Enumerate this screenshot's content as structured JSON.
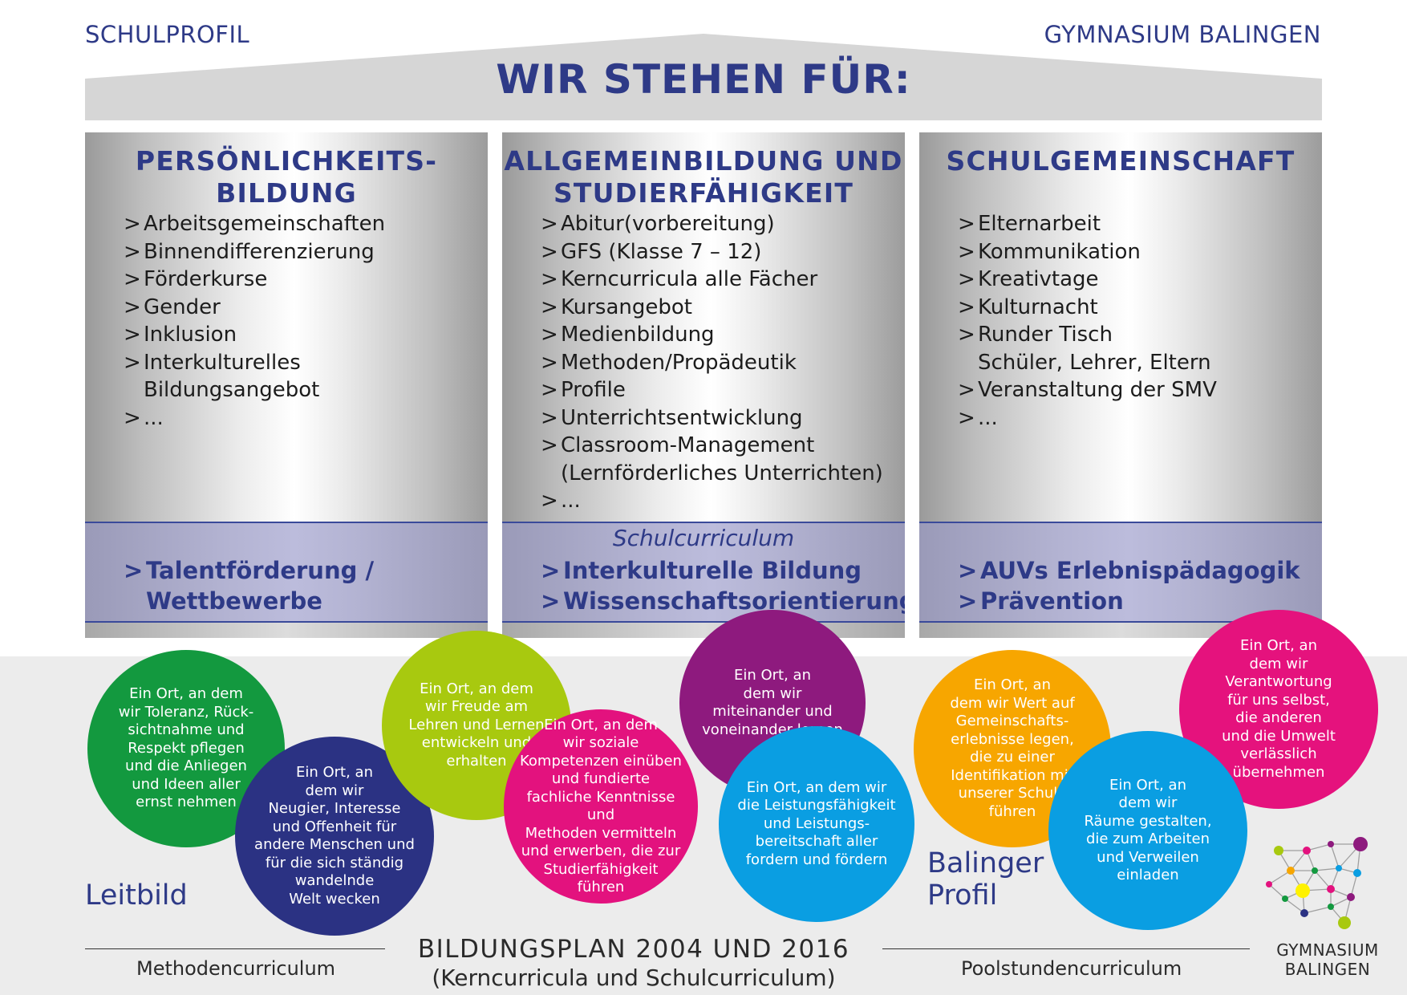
{
  "header": {
    "left": "SCHULPROFIL",
    "right": "GYMNASIUM BALINGEN",
    "title": "WIR STEHEN FÜR:"
  },
  "colors": {
    "primary": "#2e3a87",
    "green": "#13993f",
    "navy": "#2b3283",
    "lime": "#a8c90f",
    "magenta": "#e3127e",
    "purple": "#8e1a7e",
    "blue": "#0a9ee2",
    "orange": "#f7a600",
    "pink": "#e5127d"
  },
  "pillars": [
    {
      "title": [
        "PERSÖNLICHKEITS-",
        "BILDUNG"
      ],
      "items": [
        "Arbeitsgemeinschaften",
        "Binnendifferenzierung",
        "Förderkurse",
        "Gender",
        "Inklusion",
        "Interkulturelles\nBildungsangebot",
        "..."
      ],
      "footer_label": "",
      "footer_items": [
        "Talentförderung /\nWettbewerbe"
      ]
    },
    {
      "title": [
        "ALLGEMEINBILDUNG UND",
        "STUDIERFÄHIGKEIT"
      ],
      "items": [
        "Abitur(vorbereitung)",
        "GFS (Klasse 7 – 12)",
        "Kerncurricula alle Fächer",
        "Kursangebot",
        "Medienbildung",
        "Methoden/Propädeutik",
        "Profile",
        "Unterrichtsentwicklung",
        "Classroom-Management\n(Lernförderliches Unterrichten)",
        "..."
      ],
      "footer_label": "Schulcurriculum",
      "footer_items": [
        "Interkulturelle Bildung",
        "Wissenschaftsorientierung"
      ]
    },
    {
      "title": [
        "SCHULGEMEINSCHAFT"
      ],
      "items": [
        "Elternarbeit",
        "Kommunikation",
        "Kreativtage",
        "Kulturnacht",
        "Runder Tisch\nSchüler, Lehrer, Eltern",
        "Veranstaltung der SMV",
        "..."
      ],
      "footer_label": "",
      "footer_items": [
        "AUVs Erlebnispädagogik",
        "Prävention"
      ]
    }
  ],
  "marker": ">",
  "circles": [
    {
      "text": "Ein Ort, an dem\nwir Toleranz, Rück-\nsichtnahme und\nRespekt pflegen\nund die Anliegen\nund Ideen aller\nernst nehmen",
      "color": "#13993f"
    },
    {
      "text": "Ein Ort, an\ndem wir\nNeugier, Interesse\nund Offenheit für\nandere Menschen und\nfür die sich ständig\nwandelnde\nWelt wecken",
      "color": "#2b3283"
    },
    {
      "text": "Ein Ort, an dem\nwir Freude am\nLehren und Lernen\nentwickeln und\nerhalten",
      "color": "#a8c90f"
    },
    {
      "text": "Ein Ort, an dem\nwir soziale\nKompetenzen einüben\nund fundierte\nfachliche Kenntnisse und\nMethoden vermitteln\nund erwerben, die zur\nStudierfähigkeit\nführen",
      "color": "#e3127e"
    },
    {
      "text": "Ein Ort, an\ndem wir\nmiteinander und\nvoneinander lernen",
      "color": "#8e1a7e"
    },
    {
      "text": "Ein Ort, an dem wir\ndie Leistungsfähigkeit\nund Leistungs-\nbereitschaft aller\nfordern und fördern",
      "color": "#0a9ee2"
    },
    {
      "text": "Ein Ort, an\ndem wir Wert auf\nGemeinschafts-\nerlebnisse legen,\ndie zu einer\nIdentifikation mit\nunserer Schule\nführen",
      "color": "#f7a600"
    },
    {
      "text": "Ein Ort, an\ndem wir\nRäume gestalten,\ndie zum Arbeiten\nund Verweilen\neinladen",
      "color": "#0a9ee2"
    },
    {
      "text": "Ein Ort, an\ndem wir\nVerantwortung\nfür uns selbst,\ndie anderen\nund die Umwelt\nverlässlich\nübernehmen",
      "color": "#e5127d"
    }
  ],
  "leitbild_label": "Leitbild",
  "profil_label": "Balinger\nProfil",
  "bottom": {
    "title": "BILDUNGSPLAN 2004 UND 2016",
    "subtitle": "(Kerncurricula und Schulcurriculum)",
    "left_label": "Methodencurriculum",
    "right_label": "Poolstundencurriculum"
  },
  "logo": {
    "text": "GYMNASIUM\nBALINGEN",
    "icon": "network-logo-icon"
  }
}
